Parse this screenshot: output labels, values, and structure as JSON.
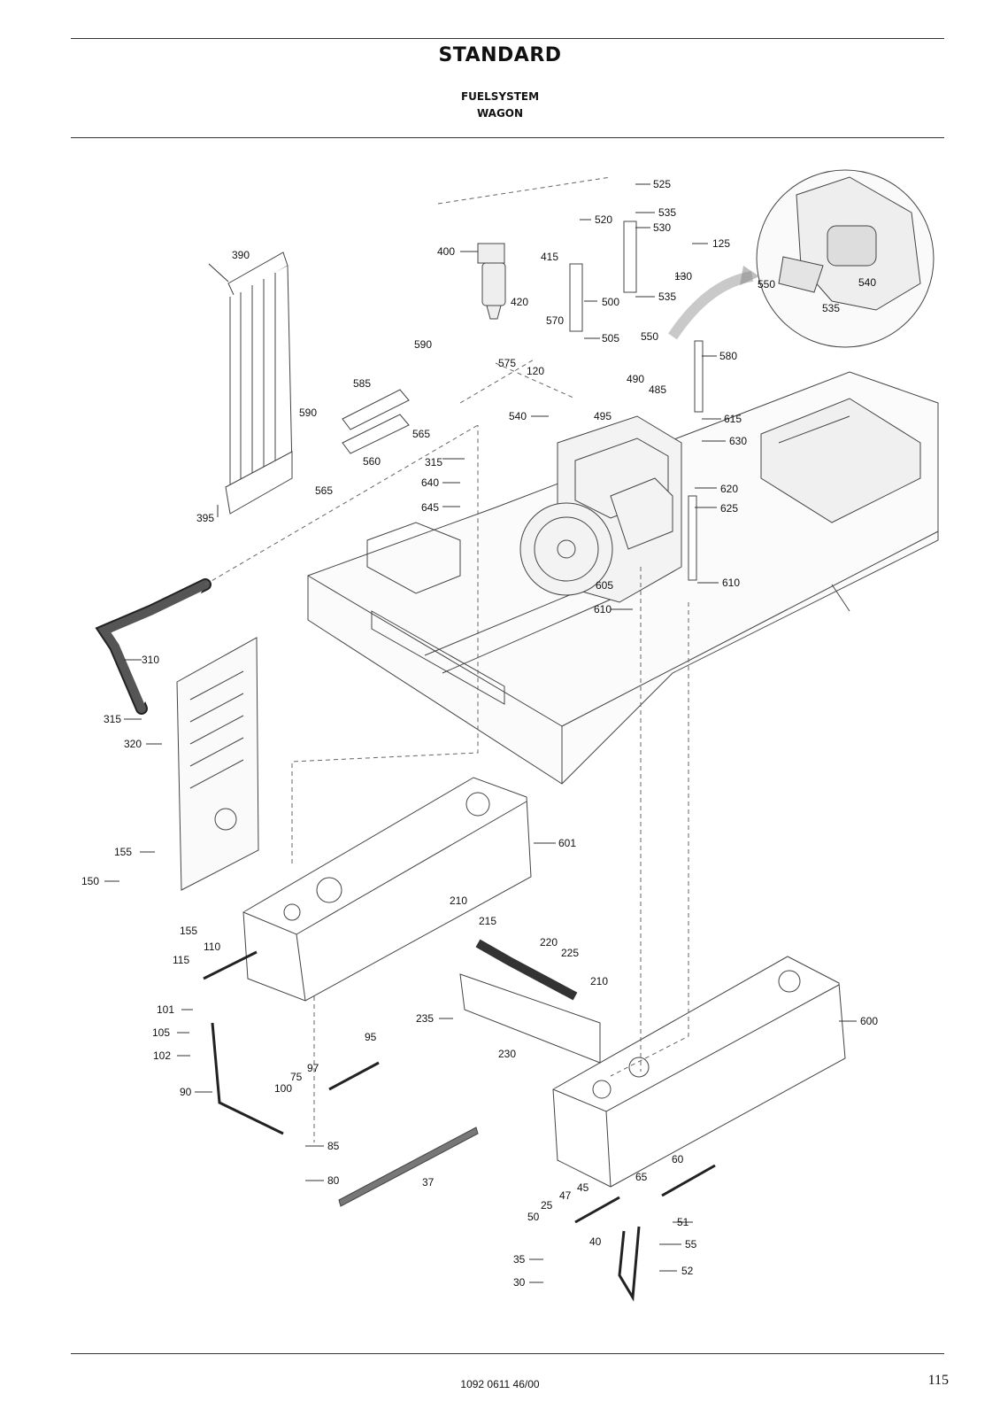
{
  "header": {
    "title": "STANDARD",
    "subtitle_line1": "FUELSYSTEM",
    "subtitle_line2": "WAGON"
  },
  "footer": {
    "document_number": "1092 0611 46/00",
    "page_number": "115"
  },
  "callouts": [
    "525",
    "535",
    "520",
    "530",
    "125",
    "400",
    "415",
    "130",
    "550",
    "420",
    "500",
    "535",
    "540",
    "535",
    "590",
    "570",
    "550",
    "505",
    "580",
    "575",
    "120",
    "490",
    "485",
    "585",
    "540",
    "495",
    "615",
    "590",
    "565",
    "630",
    "315",
    "560",
    "565",
    "640",
    "620",
    "645",
    "625",
    "390",
    "395",
    "605",
    "610",
    "610",
    "310",
    "315",
    "320",
    "601",
    "155",
    "150",
    "155",
    "210",
    "215",
    "110",
    "115",
    "220",
    "225",
    "210",
    "101",
    "235",
    "600",
    "105",
    "95",
    "230",
    "102",
    "97",
    "75",
    "90",
    "100",
    "85",
    "80",
    "37",
    "60",
    "65",
    "45",
    "47",
    "25",
    "50",
    "51",
    "40",
    "55",
    "35",
    "52",
    "30"
  ]
}
